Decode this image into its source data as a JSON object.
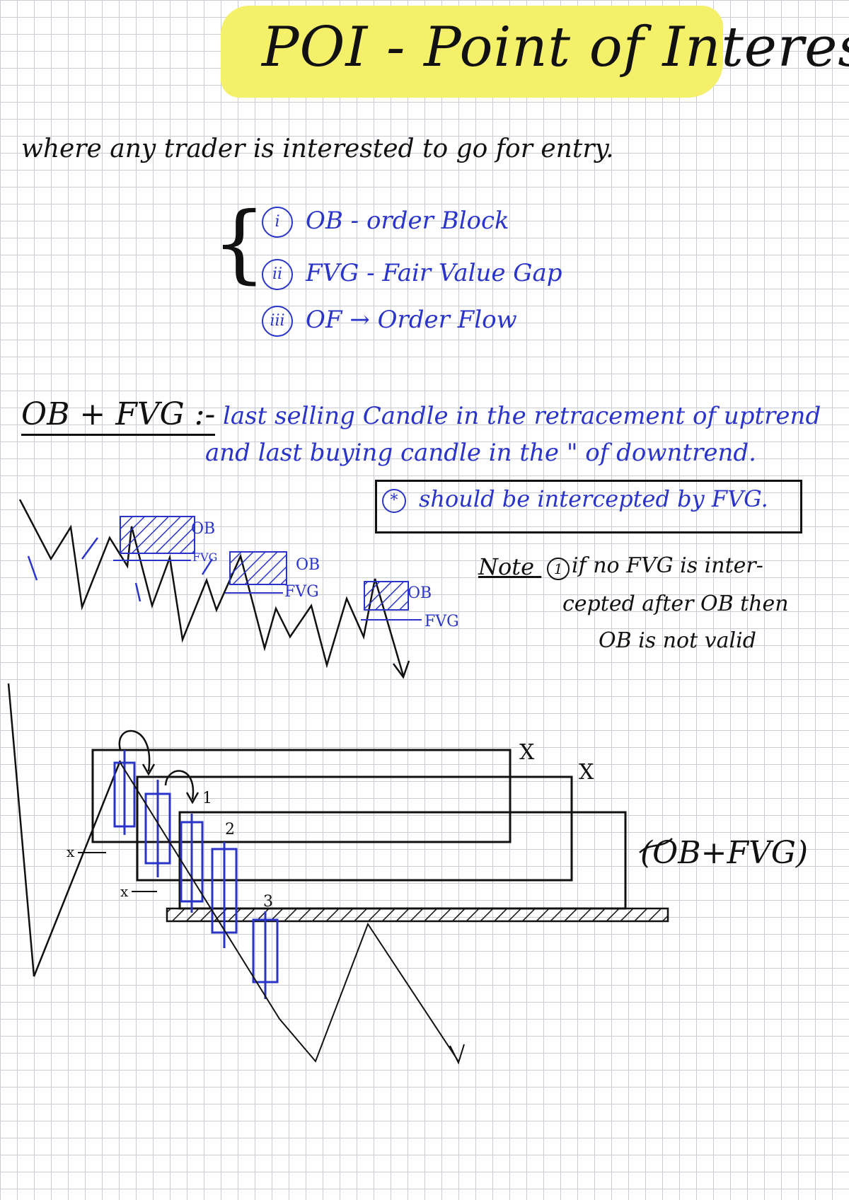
{
  "title": "POI - Point of Interest",
  "intro": "where any trader is interested to go for entry.",
  "poi_list": [
    {
      "num": "i",
      "text": "OB - order Block"
    },
    {
      "num": "ii",
      "text": "FVG - Fair Value Gap"
    },
    {
      "num": "iii",
      "text": "OF → Order Flow"
    }
  ],
  "obfvg": {
    "heading": "OB + FVG :-",
    "line1": "last selling Candle in the retracement of uptrend",
    "line2": "and last buying candle in the \" of downtrend.",
    "boxed": "should be intercepted by FVG.",
    "boxed_mark": "*"
  },
  "note": {
    "heading": "Note",
    "num": "1",
    "line1": "if no FVG is inter-",
    "line2": "cepted after OB then",
    "line3": "OB is not valid"
  },
  "diagram1_labels": {
    "ob": "OB",
    "fvg": "FVG"
  },
  "diagram2_labels": {
    "x_mark": "X",
    "small_x": "x",
    "c1": "1",
    "c2": "2",
    "c3": "3",
    "group_label": "(OB+FVG)"
  },
  "colors": {
    "ink_black": "#111111",
    "ink_blue": "#2a34c8",
    "highlight": "#f4f06a",
    "grid": "#c9ccd2"
  }
}
